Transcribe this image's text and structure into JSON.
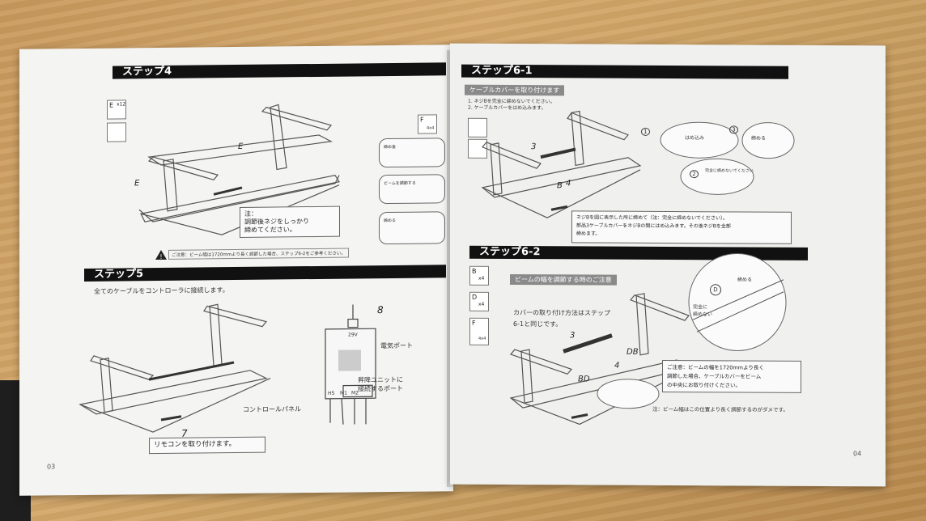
{
  "left_page": {
    "step4": {
      "header": "ステップ4",
      "parts": {
        "e_label": "E",
        "e_qty": "x12",
        "f_label": "F",
        "f_qty": "4x4"
      },
      "letter_e1": "E",
      "letter_e2": "E",
      "note": "注：\n調節後ネジをしっかり\n締めてください。",
      "inset_labels": [
        "締め金",
        "ビームを調節する",
        "締める"
      ],
      "warning": "ご注意：ビーム幅は1720mmより長く調節した場合、ステップ6-2をご参考ください。"
    },
    "step5": {
      "header": "ステップ5",
      "instruction": "全てのケーブルをコントローラに接続します。",
      "label_8": "8",
      "label_7": "7",
      "label_29v": "29V",
      "label_power": "電気ポート",
      "label_lift": "昇降ユニットに\n接続するポート",
      "label_panel": "コントロールパネル",
      "ports": [
        "HS",
        "M1",
        "M2"
      ],
      "remote_caption": "リモコンを取り付けます。"
    },
    "page_number": "03"
  },
  "right_page": {
    "step61": {
      "header": "ステップ6-1",
      "tag": "ケーブルカバーを取り付けます",
      "list": [
        "1. ネジBを完全に締めないでください。",
        "2. ケーブルカバーをはめ込みます。"
      ],
      "labels": {
        "n3": "3",
        "b": "B",
        "n4": "4"
      },
      "circles": [
        "1",
        "2",
        "3"
      ],
      "callout_fit": "はめ込み",
      "callout_tighten": "締める",
      "callout_loose": "完全に締めないでください",
      "note": "ネジBを図に表示した所に締めて（注：完全に締めないでください）。\n部品3ケーブルカバーをネジBの間にはめ込みます。その後ネジBを全部\n締めます。"
    },
    "step62": {
      "header": "ステップ6-2",
      "tag": "ビームの幅を調節する時のご注意",
      "parts": [
        {
          "label": "B",
          "qty": "x4"
        },
        {
          "label": "D",
          "qty": "x4"
        },
        {
          "label": "F",
          "qty": "4x4"
        }
      ],
      "text": "カバーの取り付け方法はステップ\n6-1と同じです。",
      "labels": {
        "n3": "3",
        "db": "DB",
        "n4": "4",
        "bd": "BD",
        "d_circle": "D",
        "tighten": "締める",
        "loose": "完全に\n締めない"
      },
      "note": "ご注意：ビームの幅を1720mmより長く\n調節した場合、ケーブルカバーをビーム\nの中央にお取り付けください。",
      "footnote": "注：ビーム幅はこの位置より長く調節するのがダメです。"
    },
    "page_number": "04"
  }
}
